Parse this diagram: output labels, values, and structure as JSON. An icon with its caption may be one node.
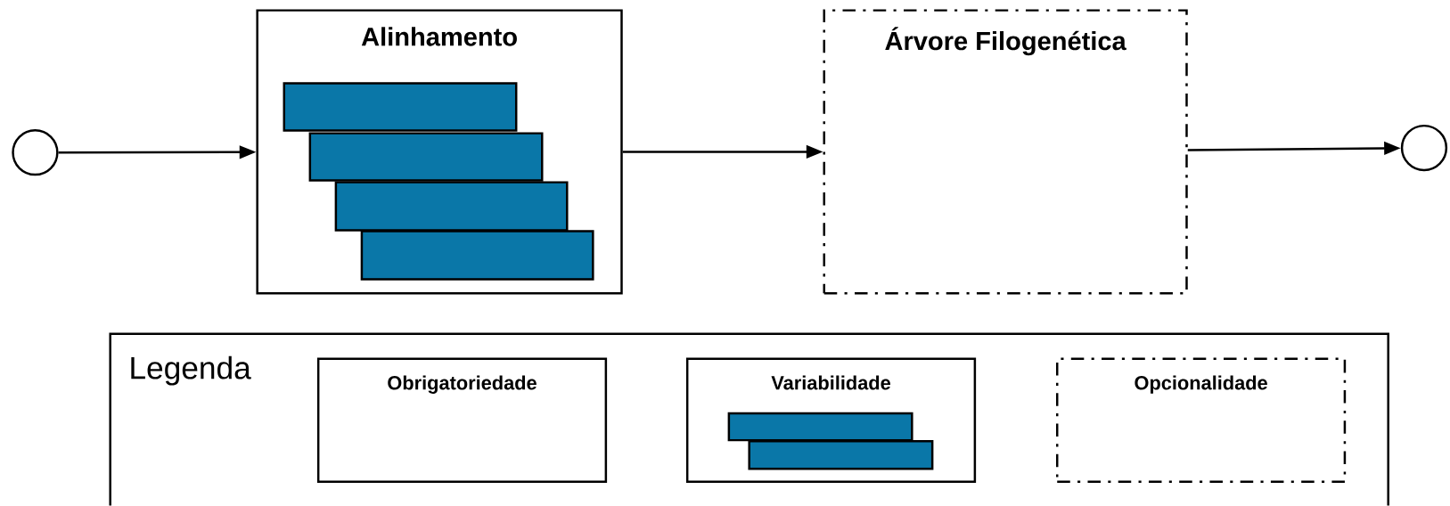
{
  "diagram": {
    "nodes": [
      {
        "text": [],
        "shape": "circle"
      },
      {
        "text": [
          "Alinhamento"
        ]
      },
      {
        "text": [],
        "shape": "bar",
        "in": 1
      },
      {
        "text": [],
        "shape": "bar",
        "in": 1
      },
      {
        "text": [],
        "shape": "bar",
        "in": 1
      },
      {
        "text": [],
        "shape": "bar",
        "in": 1
      },
      {
        "text": [
          "Árvore Filogenética"
        ]
      },
      {
        "text": [],
        "shape": "circle"
      },
      {
        "text": [
          "Legenda"
        ]
      },
      {
        "text": [
          "Obrigatoriedade"
        ],
        "in": 8
      },
      {
        "text": [
          "Variabilidade"
        ],
        "in": 8
      },
      {
        "text": [],
        "shape": "bar",
        "in": 10
      },
      {
        "text": [],
        "shape": "bar",
        "in": 10
      },
      {
        "text": [
          "Opcionalidade"
        ],
        "in": 8
      }
    ],
    "edges": [
      {
        "from": 0,
        "to": 1,
        "arrow": "to"
      },
      {
        "from": 1,
        "to": 6,
        "arrow": "to"
      },
      {
        "from": 6,
        "to": 7,
        "arrow": "to"
      }
    ]
  }
}
